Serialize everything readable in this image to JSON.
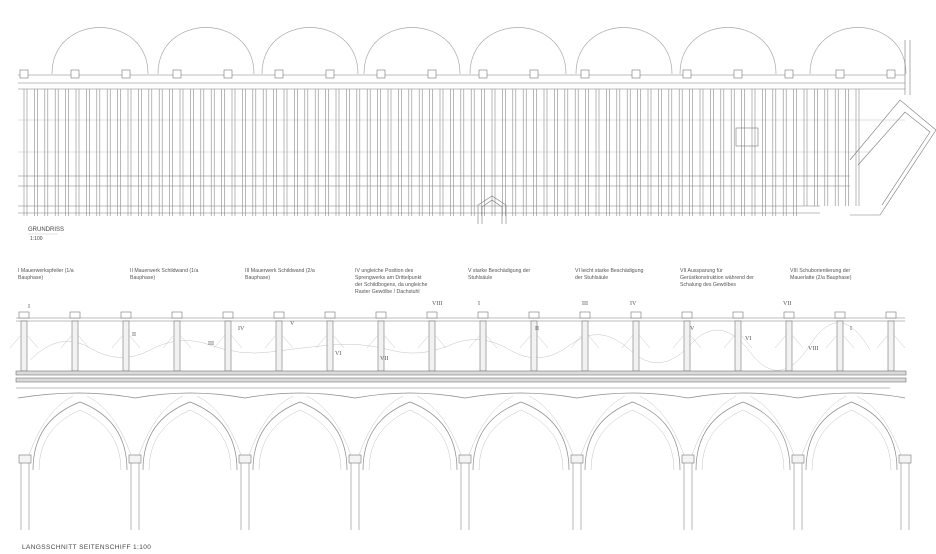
{
  "plan": {
    "title": "GRUNDRISS",
    "scale_mark": "1:100"
  },
  "legend": [
    {
      "num": "I",
      "text": "Mauerwerkspfeiler (1/a Bauphase)"
    },
    {
      "num": "II",
      "text": "Mauerwerk Schildwand (1/a Bauphase)"
    },
    {
      "num": "III",
      "text": "Mauerwerk Schildwand (2/a Bauphase)"
    },
    {
      "num": "IV",
      "text": "ungleiche Position des Sprengwerks am Drittelpunkt der Schildbogens, da ungleiche Raster Gewölbe / Dachstuhl"
    },
    {
      "num": "V",
      "text": "starke Beschädigung der Stuhlsäule"
    },
    {
      "num": "VI",
      "text": "leicht starke Beschädigung der Stuhlsäule"
    },
    {
      "num": "VII",
      "text": "Aussparung für Gerüstkonstruktion während der Schalung des Gewölbes"
    },
    {
      "num": "VIII",
      "text": "Schuborientierung der Mauerlatte (2/a Bauphase)"
    }
  ],
  "section": {
    "title": "LANGSSCHNITT SEITENSCHIFF 1:100"
  },
  "section_marks": [
    "I",
    "II",
    "III",
    "IV",
    "V",
    "VI",
    "VII",
    "VIII"
  ]
}
